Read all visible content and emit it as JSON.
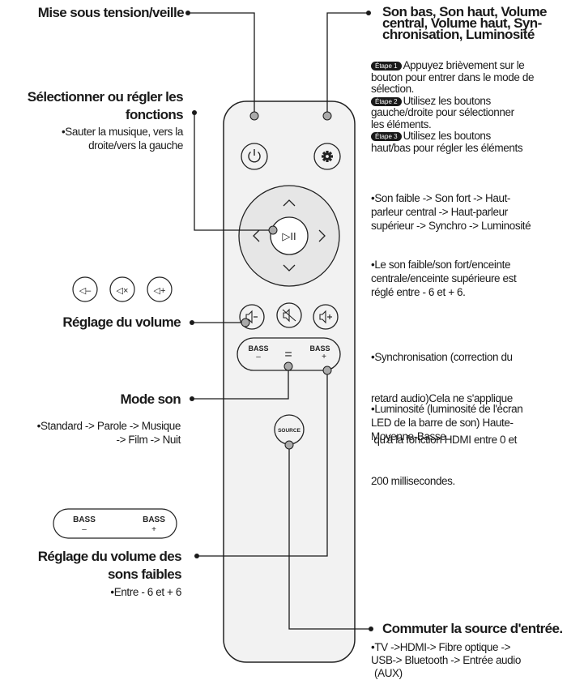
{
  "left": {
    "power": {
      "title": "Mise sous tension/veille"
    },
    "select": {
      "title_line1": "Sélectionner ou régler les",
      "title_line2": "fonctions",
      "desc_line1": "•Sauter la musique, vers la",
      "desc_line2": "droite/vers la gauche"
    },
    "volume": {
      "title": "Réglage du volume"
    },
    "mode": {
      "title": "Mode son",
      "desc_line1": "•Standard -> Parole -> Musique",
      "desc_line2": "-> Film -> Nuit"
    },
    "bass": {
      "title_line1": "Réglage du volume des",
      "title_line2": "sons faibles",
      "desc": "•Entre - 6 et + 6"
    }
  },
  "right": {
    "settings": {
      "title_line1": "Son bas, Son haut, Volume",
      "title_line2": "central, Volume haut, Syn-",
      "title_line3": "chronisation, Luminosité"
    },
    "steps": [
      {
        "badge": "Étape 1",
        "line1": "Appuyez brièvement sur le",
        "line2": "bouton pour entrer dans le mode de",
        "line3": "sélection."
      },
      {
        "badge": "Étape 2",
        "line1": "Utilisez les boutons",
        "line2": "gauche/droite pour sélectionner",
        "line3": "les éléments."
      },
      {
        "badge": "Étape 3",
        "line1": "Utilisez les boutons",
        "line2": "haut/bas pour régler les éléments"
      }
    ],
    "notes": [
      {
        "line1": "•Son faible -> Son fort -> Haut-",
        "line2": "parleur central -> Haut-parleur",
        "line3": "supérieur -> Synchro -> Luminosité"
      },
      {
        "line1": "•Le son faible/son fort/enceinte",
        "line2": "centrale/enceinte supérieure est",
        "line3": "réglé entre - 6 et + 6."
      },
      {
        "line1": "•Synchronisation (correction du",
        "line2": "retard audio)Cela ne s'applique",
        "line3": " qu'à la fonction HDMI entre 0 et",
        "line4": "200 millisecondes."
      },
      {
        "line1": "•Luminosité (luminosité de l'écran",
        "line2": "LED de la barre de son) Haute-",
        "line3": "Moyenne-Basse"
      }
    ],
    "source": {
      "title": "Commuter la source d'entrée.",
      "desc_line1": "•TV ->HDMI-> Fibre optique ->",
      "desc_line2": "USB-> Bluetooth -> Entrée audio",
      "desc_line3": "(AUX)"
    }
  },
  "remote": {
    "bass_minus_top": "BASS",
    "bass_minus_sign": "–",
    "bass_plus_top": "BASS",
    "bass_plus_sign": "+",
    "mode_sign": "=",
    "source_label": "SOURCE",
    "play_label": "▷II"
  },
  "legend": {
    "vol_minus": "◁–",
    "mute": "◁×",
    "vol_plus": "◁+",
    "bass_minus_top": "BASS",
    "bass_minus_sign": "–",
    "bass_plus_top": "BASS",
    "bass_plus_sign": "+"
  },
  "colors": {
    "dot": "#aaaaaa",
    "remote_body": "#f2f2f2",
    "dpad": "#e6e6e6",
    "line": "#1a1a1a"
  }
}
